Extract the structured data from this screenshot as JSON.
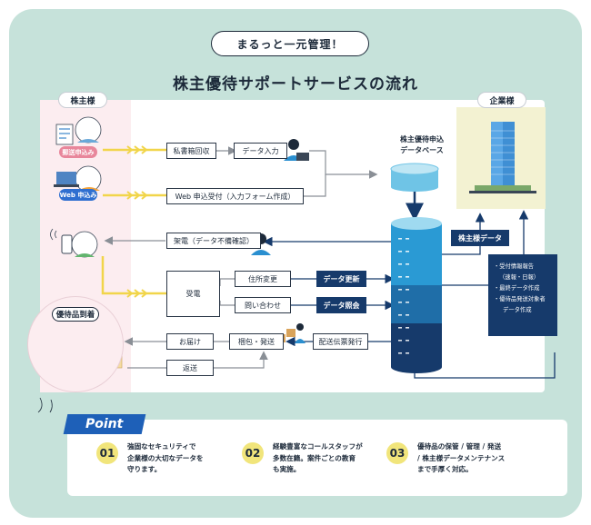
{
  "header": {
    "bubble": "まるっと一元管理！",
    "title": "株主優待サポートサービスの流れ"
  },
  "sections": {
    "shareholder": "株主様",
    "corporate": "企業様",
    "database": [
      "株主優待申込",
      "データベース"
    ]
  },
  "pills": {
    "mail": "郵送申込み",
    "web": "Web 申込み"
  },
  "steps": {
    "po_box": "私書箱回収",
    "data_entry": "データ入力",
    "web_form": "Web 申込受付（入力フォーム作成）",
    "call": "架電（データ不備確認）",
    "receive_call": "受電",
    "address_change": "住所変更",
    "inquiry": "問い合わせ",
    "data_update": "データ更新",
    "data_lookup": "データ照会",
    "packing": "梱包・発送",
    "delivery": "お届け",
    "return": "返送",
    "slip": "配送伝票発行",
    "shareholder_data": "株主様データ"
  },
  "report": [
    "・受付情報報告",
    "（速報・日報）",
    "・最終データ作成",
    "・優待品発送対象者",
    "データ作成"
  ],
  "arrival": "優待品到着",
  "point": {
    "badge": "Point",
    "items": [
      {
        "num": "01",
        "lines": [
          "強固なセキュリティで",
          "企業様の大切なデータを",
          "守ります。"
        ]
      },
      {
        "num": "02",
        "lines": [
          "経験豊富なコールスタッフが",
          "多数在籍。案件ごとの教育",
          "も実施。"
        ]
      },
      {
        "num": "03",
        "lines": [
          "優待品の保管 / 管理 / 発送",
          "/ 株主様データメンテナンス",
          "まで手厚く対応。"
        ]
      }
    ]
  },
  "colors": {
    "background": "#c6e2da",
    "navy": "#163a6b",
    "accent_blue": "#1e60b8",
    "yellow": "#f1e57b",
    "pink_panel": "#fcedf0",
    "gray_line": "#8a8f96"
  },
  "icons": [
    "mail-form-icon",
    "laptop-icon",
    "operator-icon",
    "building-icon",
    "database-icon",
    "phone-icon",
    "gift-icon",
    "truck-icon"
  ]
}
